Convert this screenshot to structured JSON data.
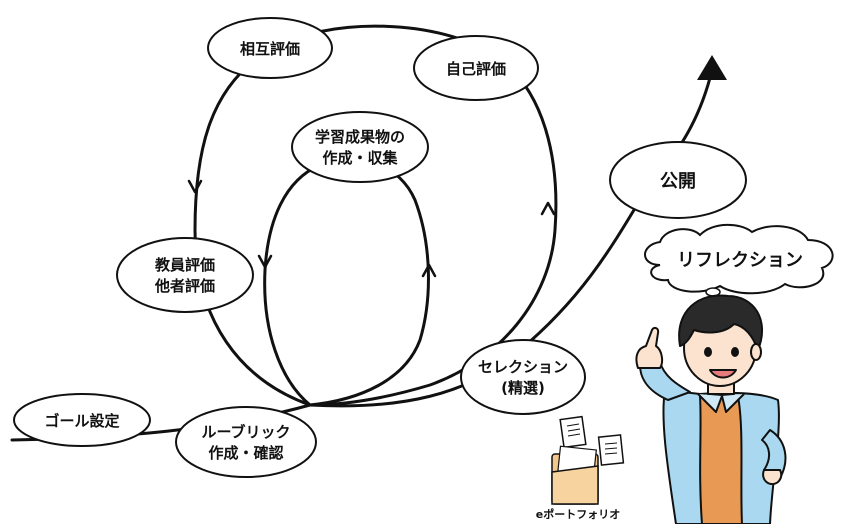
{
  "diagram": {
    "nodes": {
      "goal": [
        "ゴール設定"
      ],
      "rubric": [
        "ルーブリック",
        "作成・確認"
      ],
      "teacher": [
        "教員評価",
        "他者評価"
      ],
      "peer": [
        "相互評価"
      ],
      "self": [
        "自己評価"
      ],
      "artifact": [
        "学習成果物の",
        "作成・収集"
      ],
      "selection": [
        "セレクション",
        "(精選)"
      ],
      "publish": [
        "公開"
      ]
    },
    "thought_bubble": "リフレクション",
    "caption": "eポートフォリオ"
  }
}
